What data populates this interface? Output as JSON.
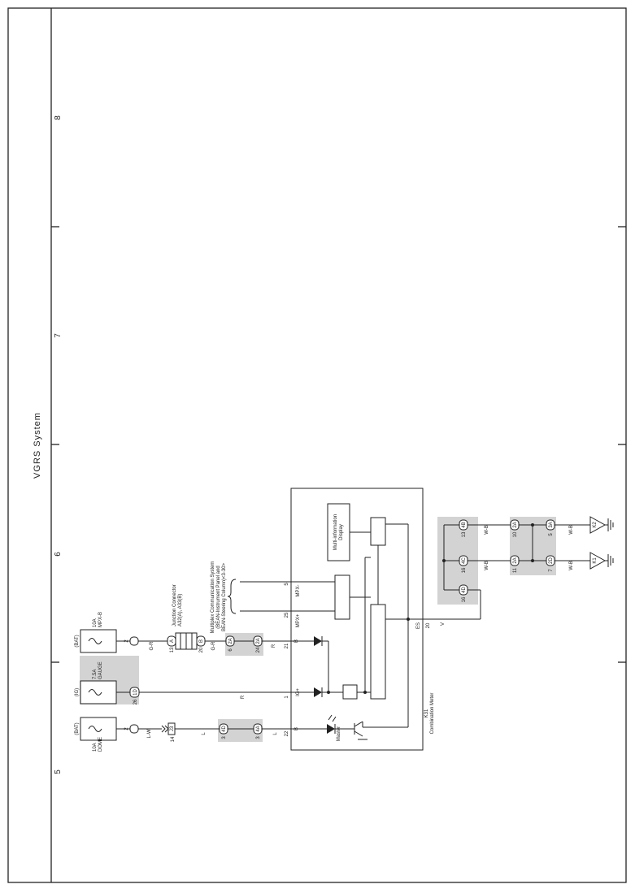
{
  "page": {
    "system_title": "VGRS System",
    "grid_numbers": [
      "8",
      "7",
      "6",
      "5"
    ]
  },
  "fuses": {
    "dome": {
      "power": "(BAT)",
      "rating": "10A",
      "name": "DOME"
    },
    "gauge": {
      "power": "(IG)",
      "rating": "7.5A",
      "name": "GAUGE"
    },
    "mpxb": {
      "power": "(BAT)",
      "rating": "10A",
      "name": "MPX-B"
    }
  },
  "junction": {
    "label1": "Junction Connector",
    "label2": "A32(A), A33(B)"
  },
  "multiplex": {
    "line1": "Multiplex Communication System",
    "line2": "(BEAN-Instrument Panel and",
    "line3": "BEAN-Steering Column)<3-30>"
  },
  "combination_meter": {
    "id": "K31",
    "name": "Combination Meter",
    "display": [
      "Multi-information",
      "Display"
    ],
    "master_label": "Master",
    "pins": {
      "b_top": "B",
      "num_top": "22",
      "ig": "IG+",
      "num_ig": "1",
      "b_bottom": "B",
      "num_b": "21",
      "mpx_plus": "MPX+",
      "num_mpx_plus": "25",
      "mpx_minus": "MPX-",
      "num_mpx_minus": "5",
      "es": "ES",
      "num_es": "20"
    }
  },
  "wires": {
    "lw": "L-W",
    "l1": "L",
    "l2": "L",
    "r1": "R",
    "gr1": "G-R",
    "gr2": "G-R",
    "r2": "R",
    "w_b1": "W-B",
    "w_b2": "W-B",
    "w_b3": "W-B",
    "w_b4": "W-B",
    "v": "V"
  },
  "connectors": {
    "c1a": "2",
    "c1b": "1",
    "c2": "1D",
    "c2num": "26",
    "c3a": "2",
    "c3b": "1",
    "j1": "13",
    "j1b": "A",
    "j2": "20",
    "j2b": "B",
    "c4": "4D",
    "c4num": "3",
    "c5": "4A",
    "c5num": "3",
    "c6": "2A",
    "c6num": "6",
    "c7": "2A",
    "c7num": "24",
    "c8": "J3",
    "c8num": "14",
    "g1": "4B",
    "g1num": "13",
    "g2": "4C",
    "g2num": "16",
    "g3": "4D",
    "g3num": "16",
    "g4": "2A",
    "g4num": "10",
    "g5": "2A",
    "g5num": "11",
    "g6": "3A",
    "g6num": "5",
    "g7": "2D",
    "g7num": "7"
  },
  "grounds": {
    "k1": "K2",
    "k2": "K1"
  }
}
